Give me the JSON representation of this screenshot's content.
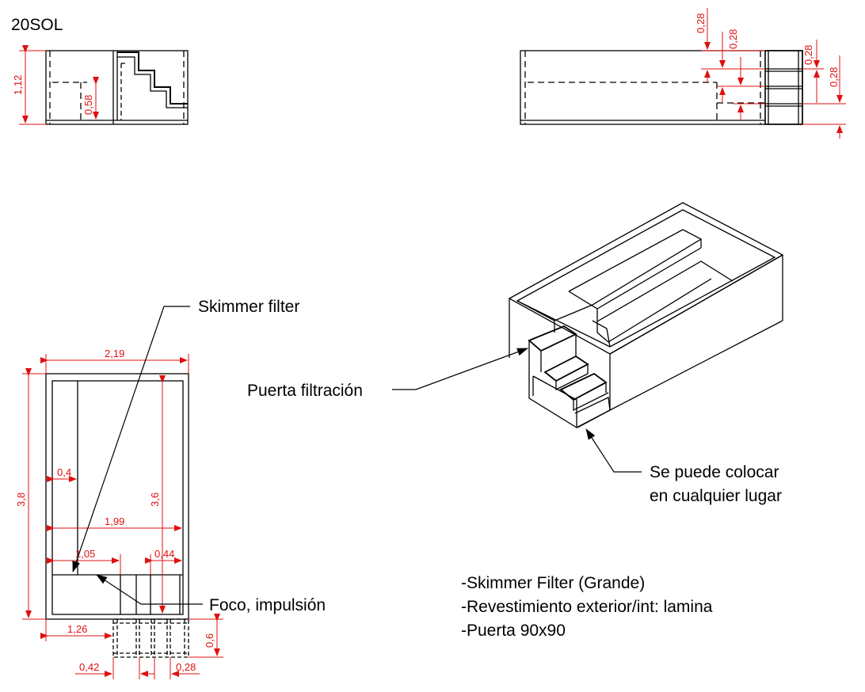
{
  "title": "20SOL",
  "colors": {
    "line": "#000000",
    "dimension": "#e01010",
    "background": "#ffffff"
  },
  "side_left": {
    "height": "1,12",
    "step_depth": "0,58"
  },
  "side_right": {
    "step1": "0,28",
    "step2": "0,28",
    "step3": "0,28",
    "step4": "0,28"
  },
  "plan": {
    "width": "2,19",
    "length": "3,8",
    "inner_length": "3,6",
    "inner_width": "1,99",
    "bench": "0,4",
    "left_part": "1,05",
    "right_part": "0,44",
    "stair_offset": "1,26",
    "stair_depth": "0,6",
    "stair_left": "0,42",
    "stair_right": "0,28"
  },
  "callouts": {
    "skimmer": "Skimmer filter",
    "door": "Puerta filtración",
    "anywhere_line1": "Se puede colocar",
    "anywhere_line2": "en cualquier lugar",
    "light": "Foco, impulsión"
  },
  "notes": [
    "-Skimmer Filter (Grande)",
    "-Revestimiento exterior/int: lamina",
    "-Puerta 90x90"
  ]
}
